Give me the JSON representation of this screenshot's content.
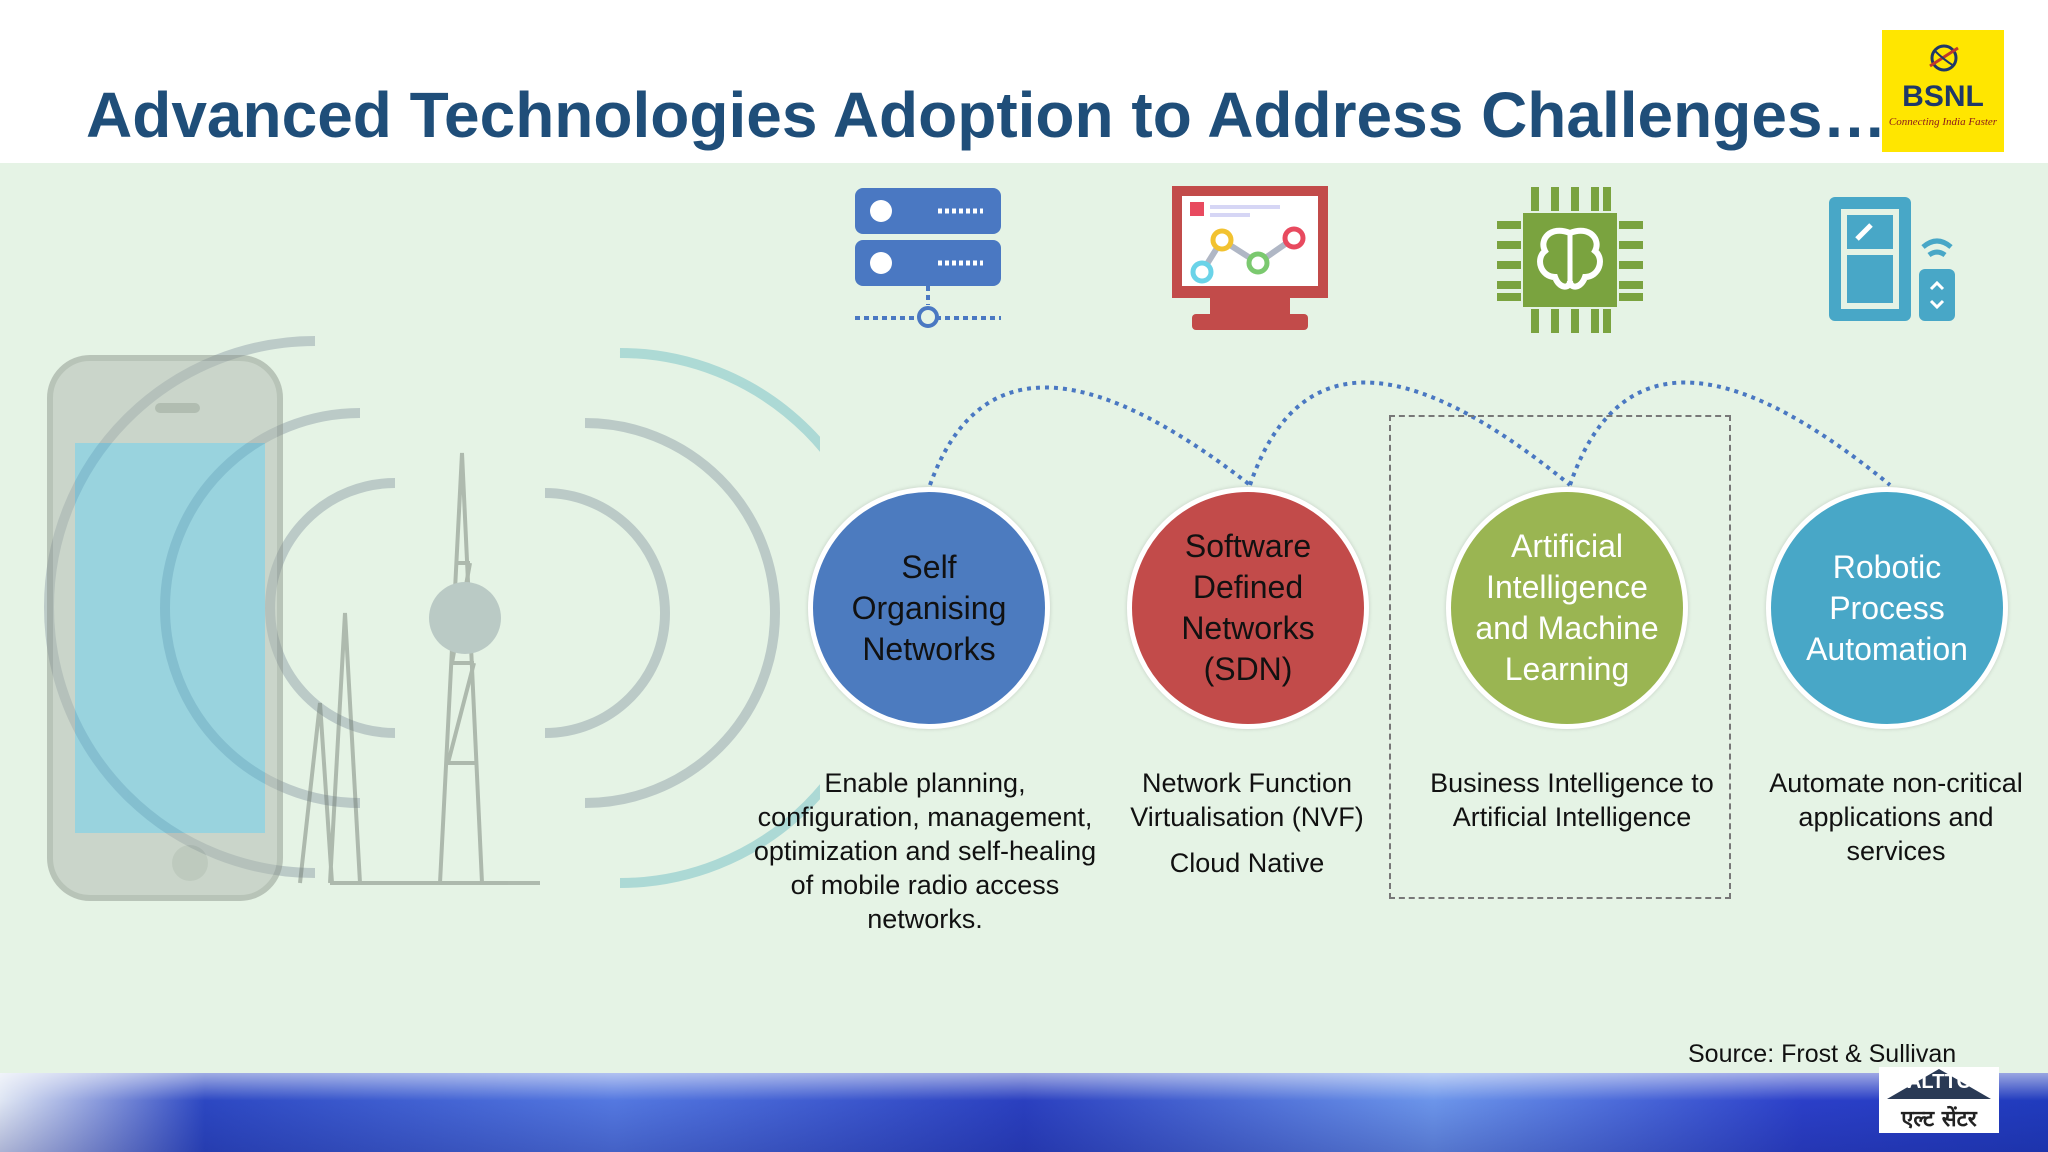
{
  "slide": {
    "title": "Advanced Technologies Adoption to Address Challenges…"
  },
  "logo": {
    "name": "BSNL",
    "tagline": "Connecting India Faster"
  },
  "technologies": [
    {
      "name": "Self Organising Networks",
      "icon": "server-icon",
      "color": "#4c7bbf",
      "description": [
        "Enable planning, configuration, management, optimization and self-healing of mobile radio access networks."
      ]
    },
    {
      "name": "Software Defined Networks (SDN)",
      "icon": "monitor-chart-icon",
      "color": "#c24b4a",
      "description": [
        "Network Function Virtualisation (NVF)",
        "Cloud Native"
      ]
    },
    {
      "name": "Artificial Intelligence and Machine Learning",
      "icon": "brain-chip-icon",
      "color": "#9ab552",
      "description": [
        "Business Intelligence to Artificial Intelligence"
      ]
    },
    {
      "name": "Robotic Process Automation",
      "icon": "smart-device-icon",
      "color": "#48a7c7",
      "description": [
        "Automate non-critical applications and services"
      ]
    }
  ],
  "footer": {
    "source": "Source: Frost & Sullivan",
    "org": "ALTTC",
    "org_hindi": "एल्ट सेंटर"
  }
}
